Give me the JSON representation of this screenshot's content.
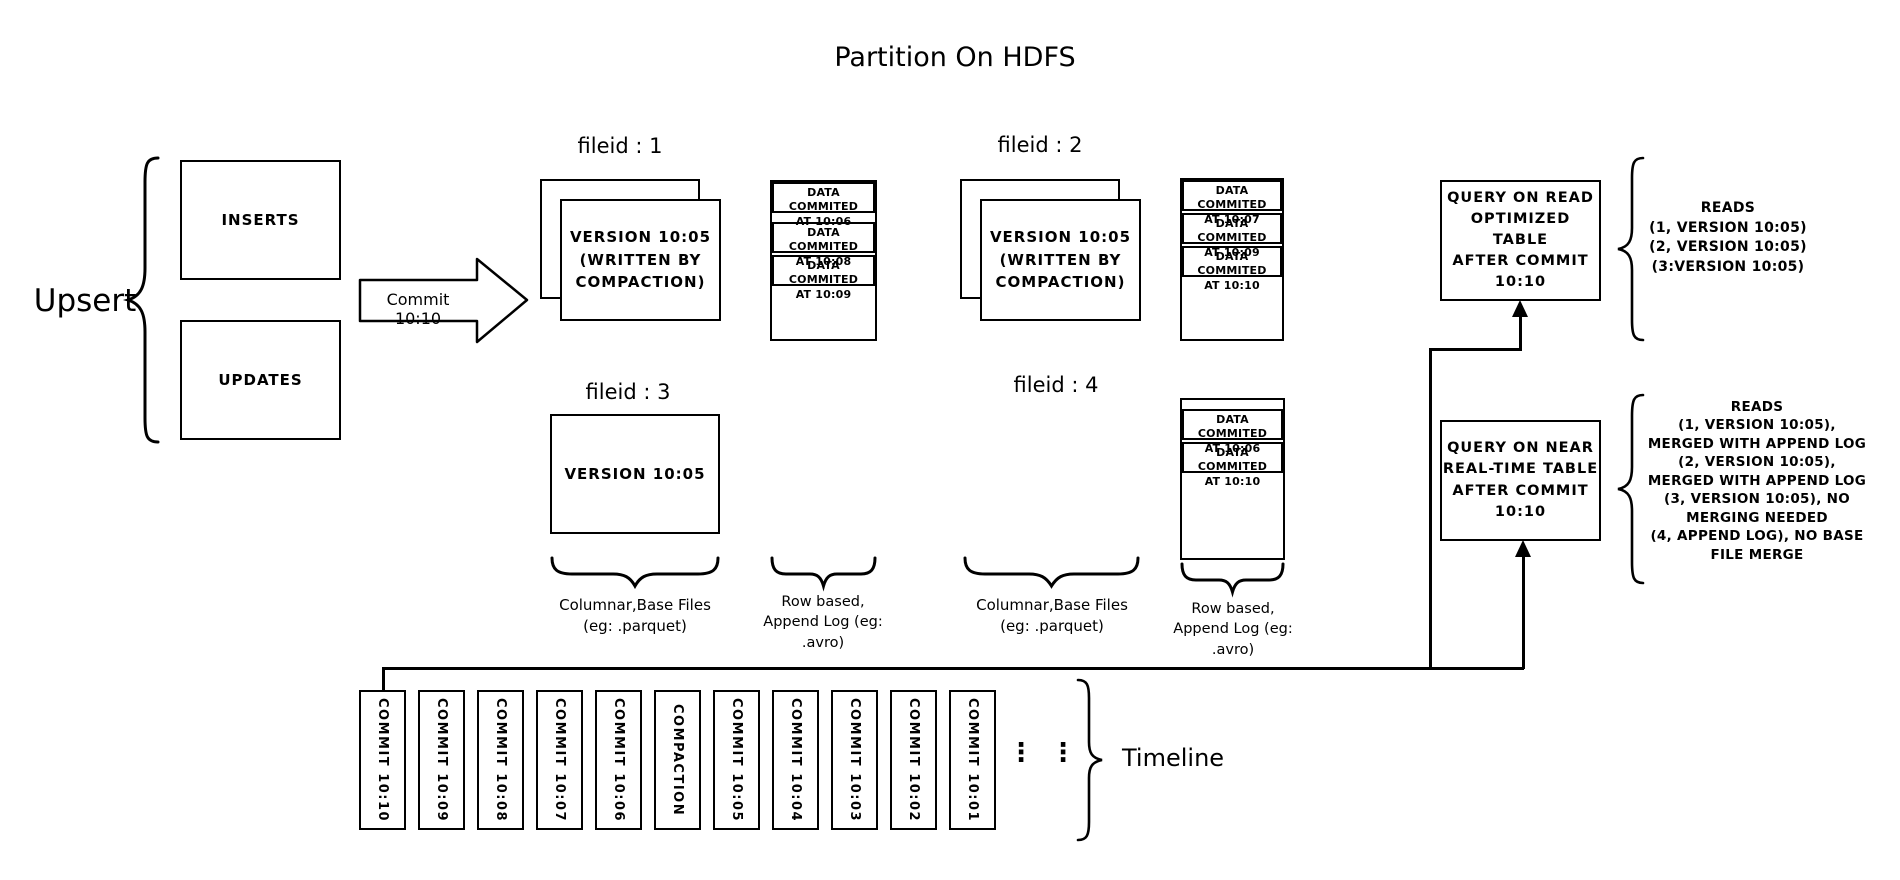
{
  "title": "Partition On HDFS",
  "upsert": {
    "label": "Upsert",
    "inserts": "INSERTS",
    "updates": "UPDATES"
  },
  "commit_arrow": {
    "label": "Commit 10:10"
  },
  "file_groups": {
    "f1": {
      "label": "fileid : 1",
      "base_lines": [
        "VERSION 10:05",
        "(WRITTEN BY",
        "COMPACTION)"
      ]
    },
    "f2": {
      "label": "fileid : 2",
      "base_lines": [
        "VERSION 10:05",
        "(WRITTEN BY",
        "COMPACTION)"
      ]
    },
    "f3": {
      "label": "fileid : 3",
      "base_line": "VERSION 10:05"
    },
    "f4": {
      "label": "fileid : 4"
    }
  },
  "logs": {
    "log1": {
      "entries": [
        {
          "l1": "DATA COMMITED",
          "l2": "AT 10:06"
        },
        {
          "l1": "DATA COMMITED",
          "l2": "AT 10:08"
        },
        {
          "l1": "DATA COMMITED",
          "l2": "AT 10:09"
        }
      ]
    },
    "log2": {
      "entries": [
        {
          "l1": "DATA COMMITED",
          "l2": "AT 10:07"
        },
        {
          "l1": "DATA COMMITED",
          "l2": "AT 10:09"
        },
        {
          "l1": "DATA COMMITED",
          "l2": "AT 10:10"
        }
      ]
    },
    "log4": {
      "entries": [
        {
          "l1": "DATA COMMITED",
          "l2": "AT 10:06"
        },
        {
          "l1": "DATA COMMITED",
          "l2": "AT 10:10"
        }
      ]
    }
  },
  "captions": {
    "columnar": [
      "Columnar,Base Files",
      "(eg: .parquet)"
    ],
    "row_based": [
      "Row based,",
      "Append Log  (eg:",
      ".avro)"
    ]
  },
  "queries": {
    "read_optimized": {
      "lines": [
        "QUERY ON READ",
        "OPTIMIZED TABLE",
        "AFTER COMMIT",
        "10:10"
      ]
    },
    "near_real_time": {
      "lines": [
        "QUERY ON NEAR",
        "REAL-TIME TABLE",
        "AFTER COMMIT",
        "10:10"
      ]
    }
  },
  "reads": {
    "read_optimized": [
      "READS",
      "(1, VERSION 10:05)",
      "(2, VERSION 10:05)",
      "(3:VERSION 10:05)"
    ],
    "near_real_time": [
      "READS",
      "(1, VERSION 10:05),",
      "MERGED WITH APPEND LOG",
      "(2, VERSION 10:05),",
      "MERGED WITH APPEND LOG",
      "(3, VERSION 10:05), NO",
      "MERGING NEEDED",
      "(4, APPEND LOG), NO BASE",
      "FILE MERGE"
    ]
  },
  "timeline": {
    "label": "Timeline",
    "ellipsis": "⋮",
    "items": [
      "COMMIT 10:10",
      "COMMIT 10:09",
      "COMMIT 10:08",
      "COMMIT 10:07",
      "COMMIT 10:06",
      "COMPACTION",
      "COMMIT 10:05",
      "COMMIT 10:04",
      "COMMIT 10:03",
      "COMMIT 10:02",
      "COMMIT 10:01"
    ]
  },
  "colors": {
    "ink": "#000000",
    "background": "#ffffff"
  }
}
